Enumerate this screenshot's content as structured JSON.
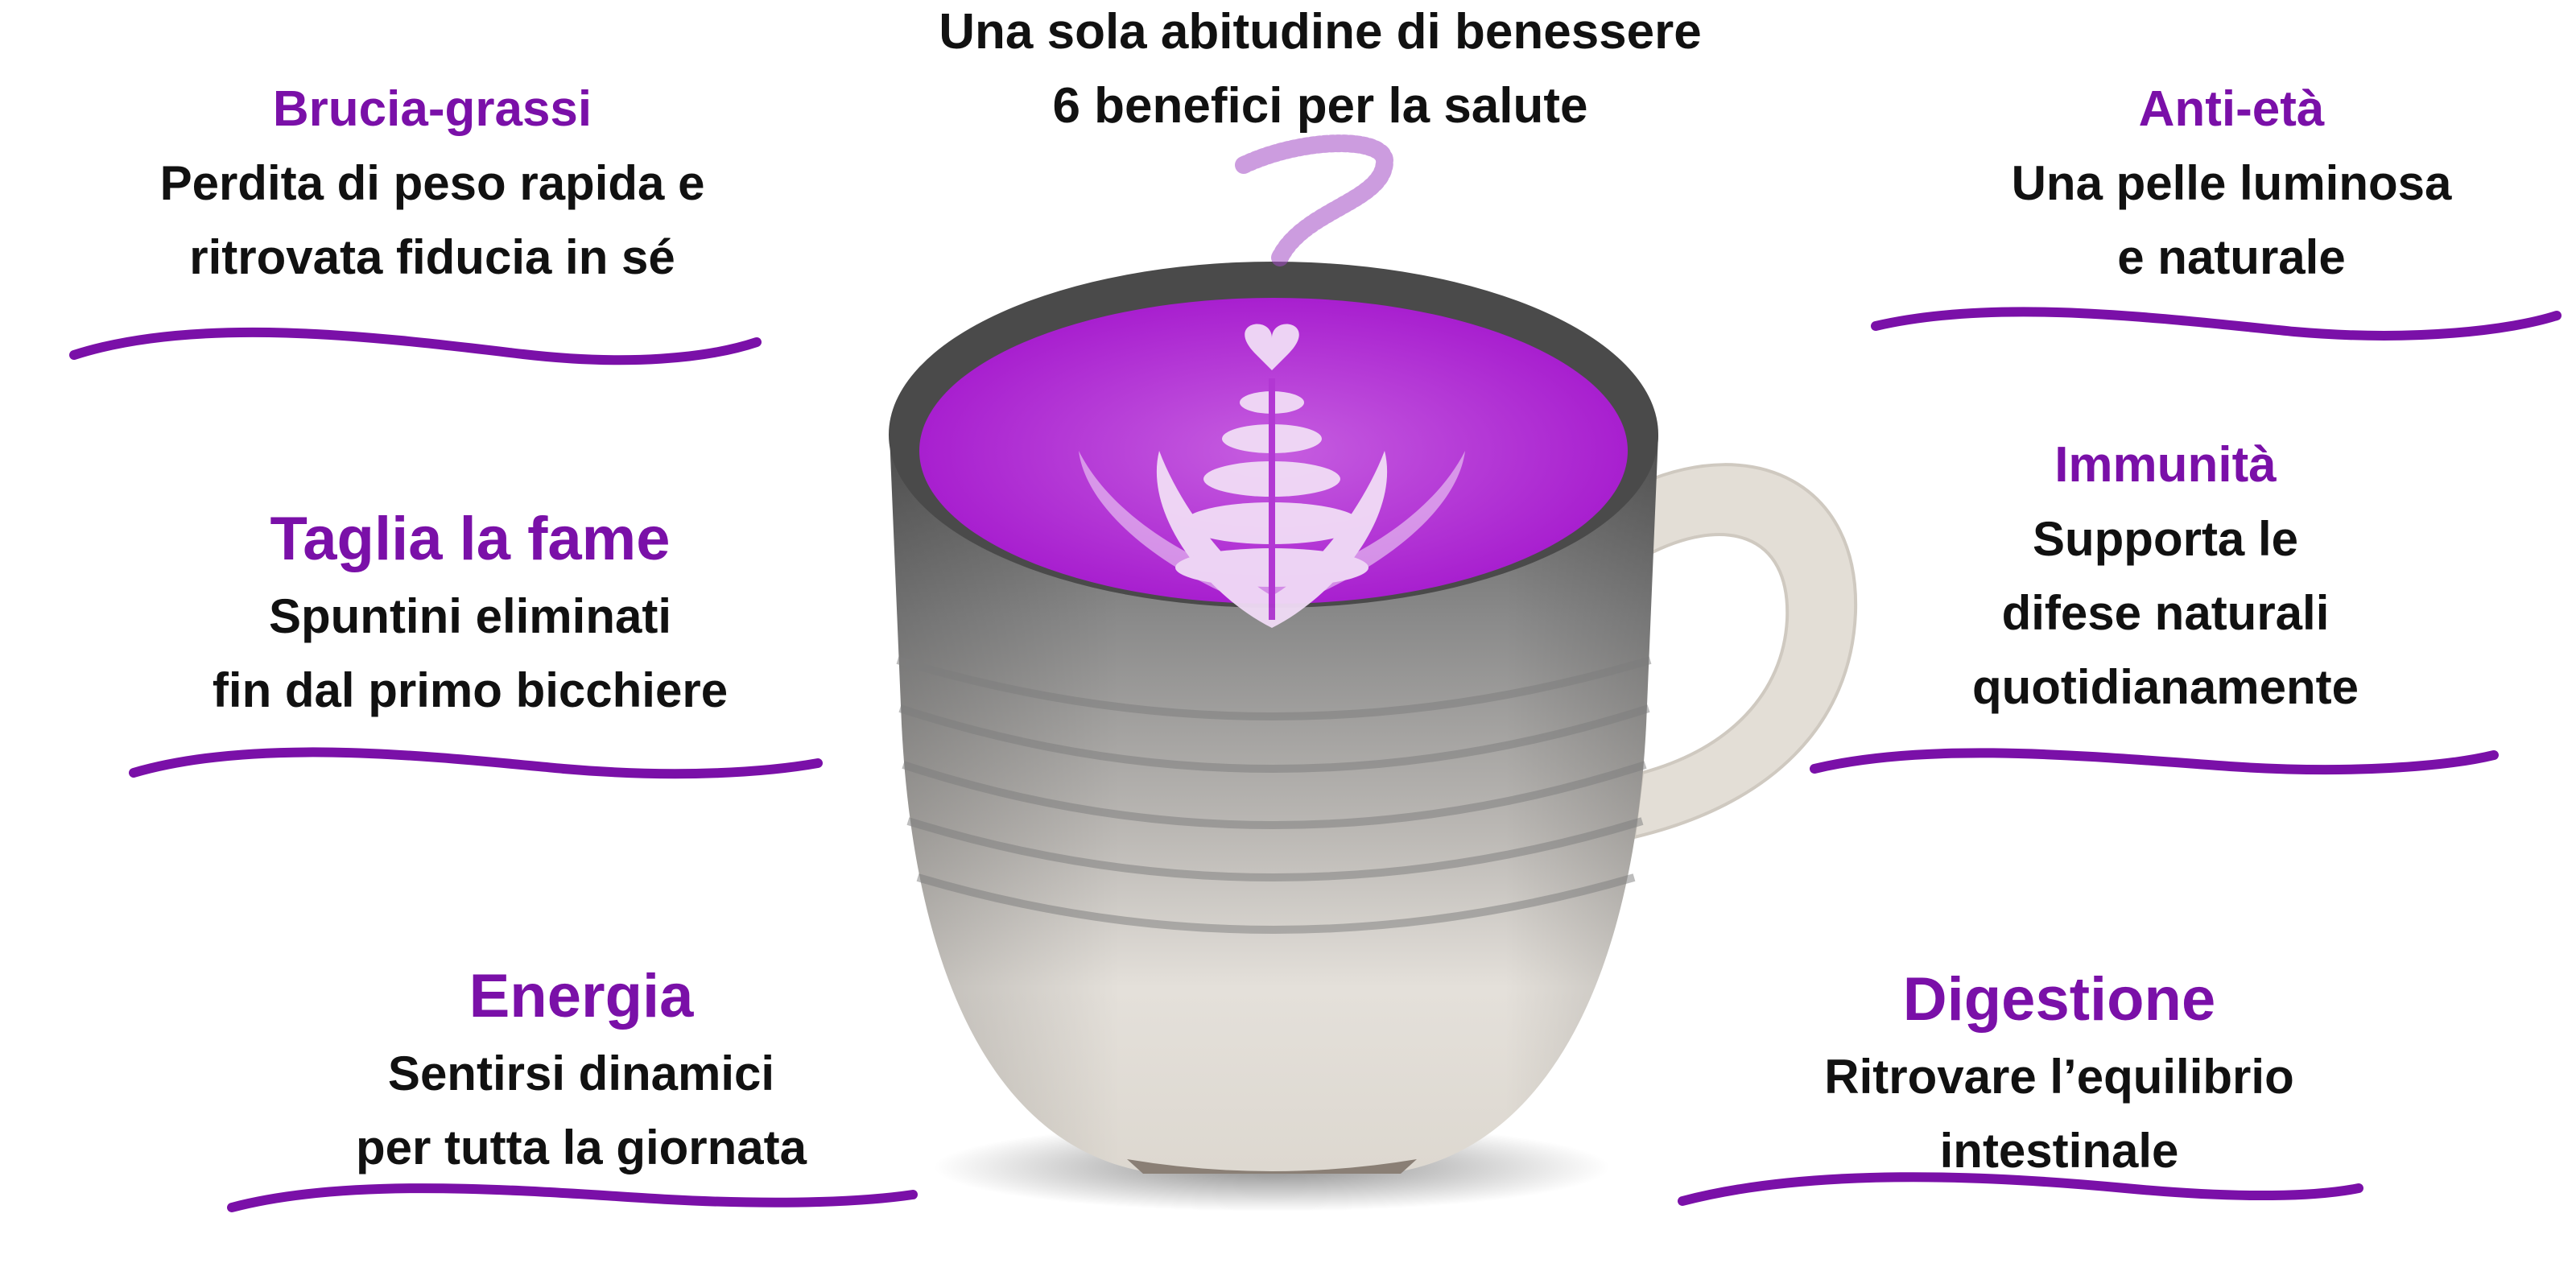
{
  "title": {
    "line1": "Una sola abitudine di benessere",
    "line2": "6 benefici per la salute"
  },
  "colors": {
    "accent": "#7a10a8",
    "text": "#111111",
    "latte": "#b52fd6"
  },
  "benefits": [
    {
      "heading": "Brucia-grassi",
      "lines": [
        "Perdita di peso rapida e",
        "ritrovata fiducia in sé"
      ]
    },
    {
      "heading": "Taglia la fame",
      "lines": [
        "Spuntini eliminati",
        "fin dal primo bicchiere"
      ]
    },
    {
      "heading": "Energia",
      "lines": [
        "Sentirsi dinamici",
        "per tutta la giornata"
      ]
    },
    {
      "heading": "Anti-età",
      "lines": [
        "Una pelle luminosa",
        "e naturale"
      ]
    },
    {
      "heading": "Immunità",
      "lines": [
        "Supporta le",
        "difese naturali",
        "quotidianamente"
      ]
    },
    {
      "heading": "Digestione",
      "lines": [
        "Ritrovare l’equilibrio",
        "intestinale"
      ]
    }
  ]
}
